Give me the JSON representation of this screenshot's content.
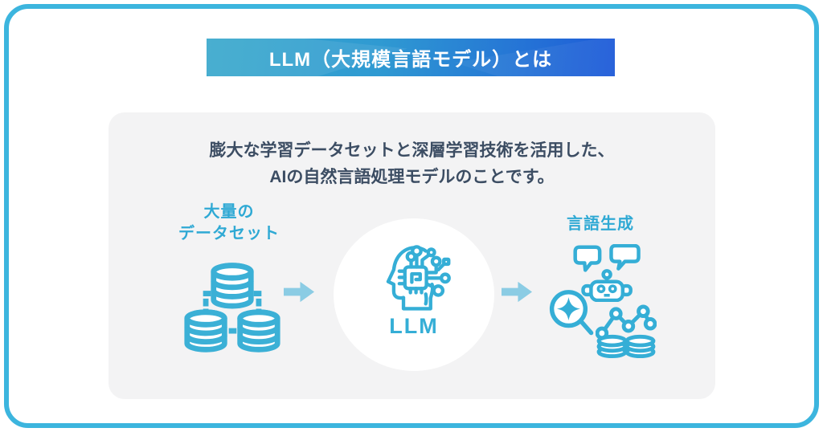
{
  "banner": {
    "title": "LLM（大規模言語モデル）とは"
  },
  "card": {
    "description_line1": "膨大な学習データセットと深層学習技術を活用した、",
    "description_line2": "AIの自然言語処理モデルのことです。"
  },
  "flow": {
    "input": {
      "label_line1": "大量の",
      "label_line2": "データセット",
      "icon": "database-cluster-icon"
    },
    "center": {
      "label": "LLM",
      "icon": "ai-brain-circuit-icon"
    },
    "output": {
      "label": "言語生成",
      "icons": [
        "speech-bubbles-robot-icon",
        "sparkle-magnifier-icon",
        "network-graph-data-icon"
      ]
    },
    "arrow_icon": "right-arrow-icon"
  },
  "colors": {
    "frame_border": "#3cb5de",
    "banner_gradient_start": "#3aa9cc",
    "banner_gradient_end": "#1e5ad8",
    "banner_text": "#ffffff",
    "card_background": "#f3f3f4",
    "description_text": "#3c4d63",
    "accent_cyan": "#35aed6",
    "label_cyan": "#2fa9d4",
    "arrow_blue": "#8bcce4"
  }
}
